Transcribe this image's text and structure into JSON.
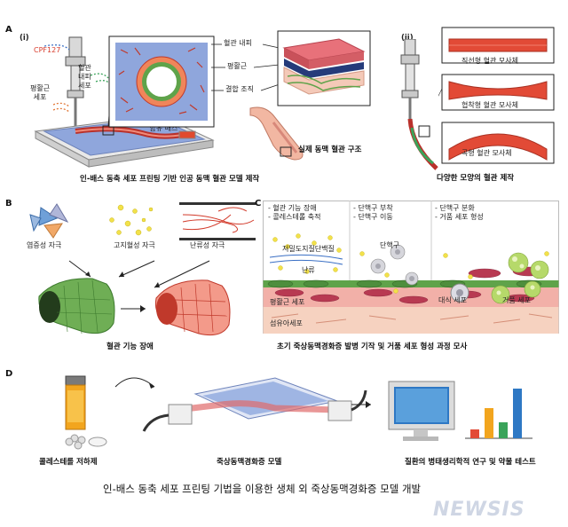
{
  "panel_a": {
    "letter": "A",
    "sub_i": "(i)",
    "sub_ii": "(ii)",
    "cpf": "CPF127",
    "smc_cell": "평활근\n세포",
    "endo_cell": "혈관\n내피\n세포",
    "fibro_bath": "섬유아세포\n함유 배스",
    "caption_left": "인-배스 동축 세포 프린팅 기반 인공 동맥 혈관 모델 제작",
    "layer_endo": "혈관 내피",
    "layer_smc": "평활근",
    "layer_connective": "결합 조직",
    "real_artery": "실제 동맥 혈관 구조",
    "shape_straight": "직선형 혈관 모사체",
    "shape_stenotic": "협착형 혈관 모사체",
    "shape_curved": "곡형 혈관 모사체",
    "caption_right": "다양한 모양의 혈관 제작"
  },
  "panel_b": {
    "letter": "B",
    "stim_inflammatory": "염증성 자극",
    "stim_hyperlipidemic": "고지혈성 자극",
    "stim_turbulent": "난류성 자극",
    "caption": "혈관 기능 장애"
  },
  "panel_c": {
    "letter": "C",
    "stage1": "- 혈관 기능 장애\n- 콜레스테롤 축적",
    "stage2": "- 단핵구 부착\n- 단핵구 이동",
    "stage3": "- 단핵구 분화\n- 거품 세포 형성",
    "ldl": "저밀도지질단백질",
    "turbulence": "난류",
    "monocyte": "단핵구",
    "macrophage": "대식 세포",
    "foam_cell": "거품 세포",
    "smc": "평활근 세포",
    "fibroblast": "섬유아세포",
    "caption": "초기 죽상동맥경화증 발병 기작 및 거품 세포 형성 과정 모사"
  },
  "panel_d": {
    "letter": "D",
    "cholesterol": "콜레스테롤 저하제",
    "model": "죽상동맥경화증 모델",
    "research": "질환의 병태생리학적 연구 및 약물 테스트"
  },
  "footer": {
    "title": "인-배스 동축 세포 프린팅 기법을 이용한 생체 외 죽상동맥경화증 모델 개발",
    "watermark": "NEWSIS"
  },
  "colors": {
    "accent_red": "#d83b2b",
    "vessel_green": "#5fa34a",
    "bath_blue": "#8fa6dc",
    "monitor_blue": "#2e78c4"
  },
  "icons": [
    "syringe-icon",
    "printer-icon",
    "vial-icon",
    "monitor-icon",
    "bar-chart-icon",
    "arrow-icon"
  ]
}
